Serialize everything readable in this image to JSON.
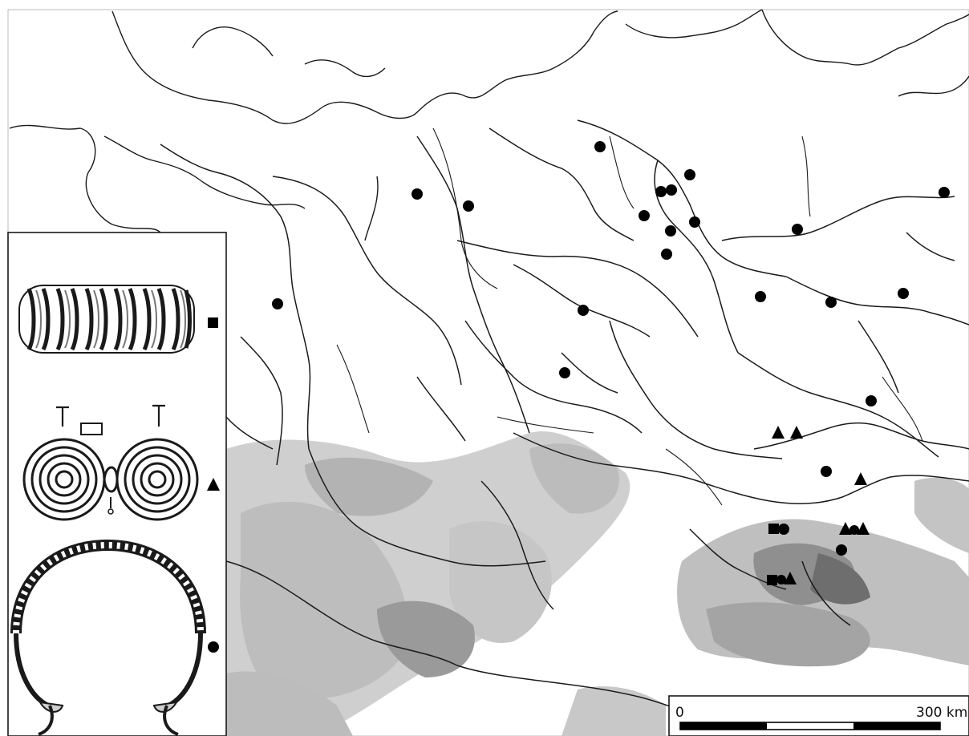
{
  "map": {
    "colors": {
      "background": "#ffffff",
      "line": "#1a1a1a",
      "relief_light": "#c3c3c3",
      "relief_dark": "#8f8f8f",
      "symbol": "#000000"
    },
    "legend": {
      "items": [
        {
          "object": "spiral-arm-ring-drawing",
          "symbol": "square"
        },
        {
          "object": "spectacle-brooch-drawing",
          "symbol": "triangle"
        },
        {
          "object": "twisted-neck-ring-drawing",
          "symbol": "circle"
        }
      ]
    },
    "scale_bar": {
      "start_label": "0",
      "end_label": "300 km",
      "length_km": 300
    }
  }
}
